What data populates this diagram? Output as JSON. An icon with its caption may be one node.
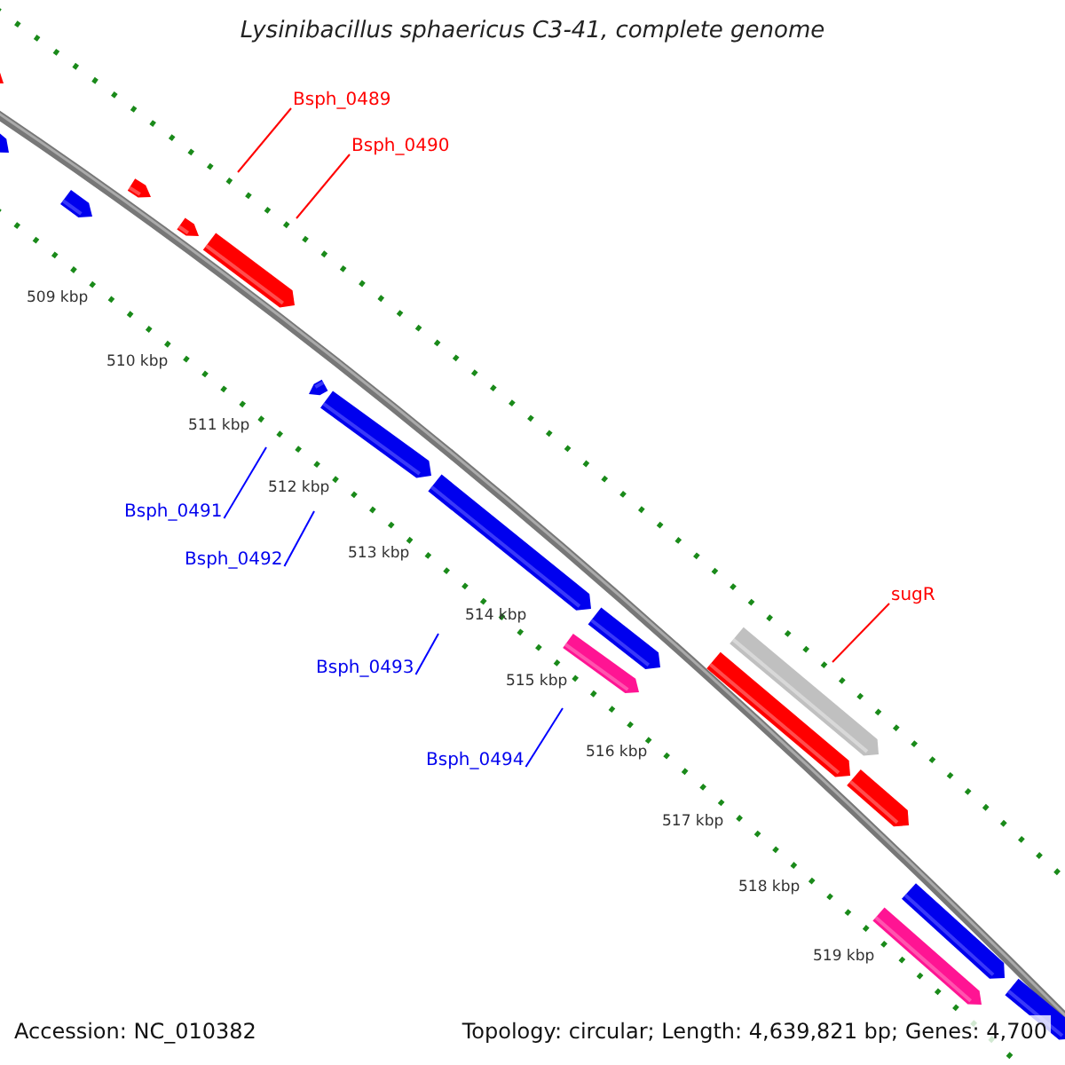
{
  "diagram": {
    "title": "Lysinibacillus sphaericus C3-41, complete genome",
    "nodes": [
      {
        "text": [
          "Bsph_0489"
        ]
      },
      {
        "text": [
          "Bsph_0490"
        ]
      },
      {
        "text": [
          "Bsph_0491"
        ]
      },
      {
        "text": [
          "Bsph_0492"
        ]
      },
      {
        "text": [
          "Bsph_0493"
        ]
      },
      {
        "text": [
          "Bsph_0494"
        ]
      },
      {
        "text": [
          "sugR"
        ]
      }
    ],
    "edges": [
      {
        "from": 0,
        "to": null,
        "arrow": "none",
        "color": "#ff0000"
      },
      {
        "from": 1,
        "to": null,
        "arrow": "none",
        "color": "#ff0000"
      },
      {
        "from": 2,
        "to": null,
        "arrow": "none"
      },
      {
        "from": 3,
        "to": null,
        "arrow": "none"
      },
      {
        "from": 4,
        "to": null,
        "arrow": "none"
      },
      {
        "from": 5,
        "to": null,
        "arrow": "none"
      },
      {
        "from": 6,
        "to": null,
        "arrow": "none",
        "color": "#ff0000"
      }
    ],
    "labels": [
      "509 kbp",
      "510 kbp",
      "511 kbp",
      "512 kbp",
      "513 kbp",
      "514 kbp",
      "515 kbp",
      "516 kbp",
      "517 kbp",
      "518 kbp",
      "519 kbp",
      "Accession: NC_010382",
      "Topology: circular; Length: 4,639,821 bp; Genes: 4,700"
    ]
  }
}
